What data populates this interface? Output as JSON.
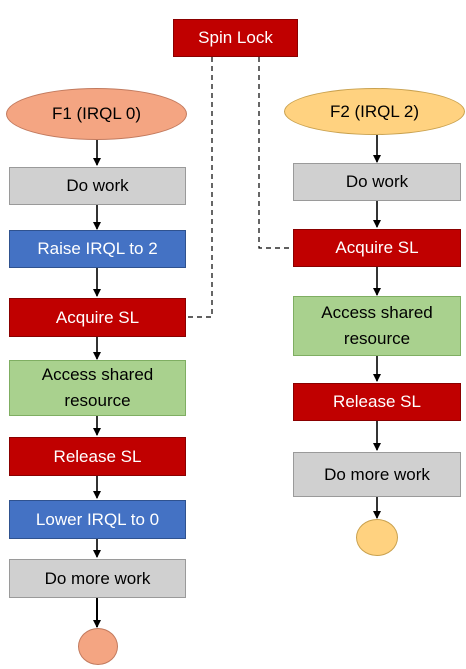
{
  "spin_lock": "Spin Lock",
  "f1": {
    "start": "F1 (IRQL 0)",
    "do_work": "Do work",
    "raise_irql": "Raise IRQL to 2",
    "acquire": "Acquire SL",
    "access_line1": "Access shared",
    "access_line2": "resource",
    "release": "Release SL",
    "lower_irql": "Lower IRQL to 0",
    "do_more": "Do more work"
  },
  "f2": {
    "start": "F2 (IRQL 2)",
    "do_work": "Do work",
    "acquire": "Acquire SL",
    "access_line1": "Access shared",
    "access_line2": "resource",
    "release": "Release SL",
    "do_more": "Do more work"
  },
  "colors": {
    "red": "#c00000",
    "blue": "#4472c4",
    "gray": "#d0d0d0",
    "green": "#a9d18e",
    "salmon": "#f4a582",
    "amber": "#ffd280"
  }
}
